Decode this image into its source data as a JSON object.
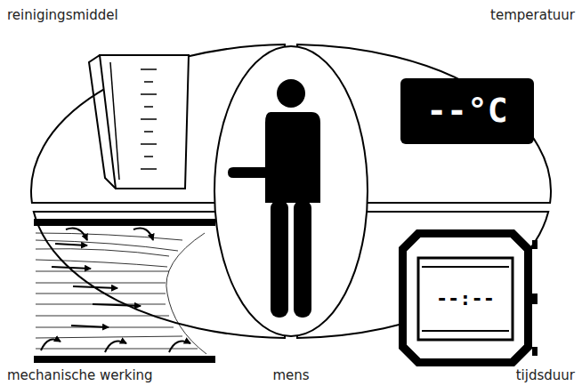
{
  "diagram": {
    "labels": [
      "reinigingsmiddel",
      "temperatuur",
      "mechanische werking",
      "mens",
      "tijdsduur",
      "--°C",
      "--:--"
    ]
  }
}
